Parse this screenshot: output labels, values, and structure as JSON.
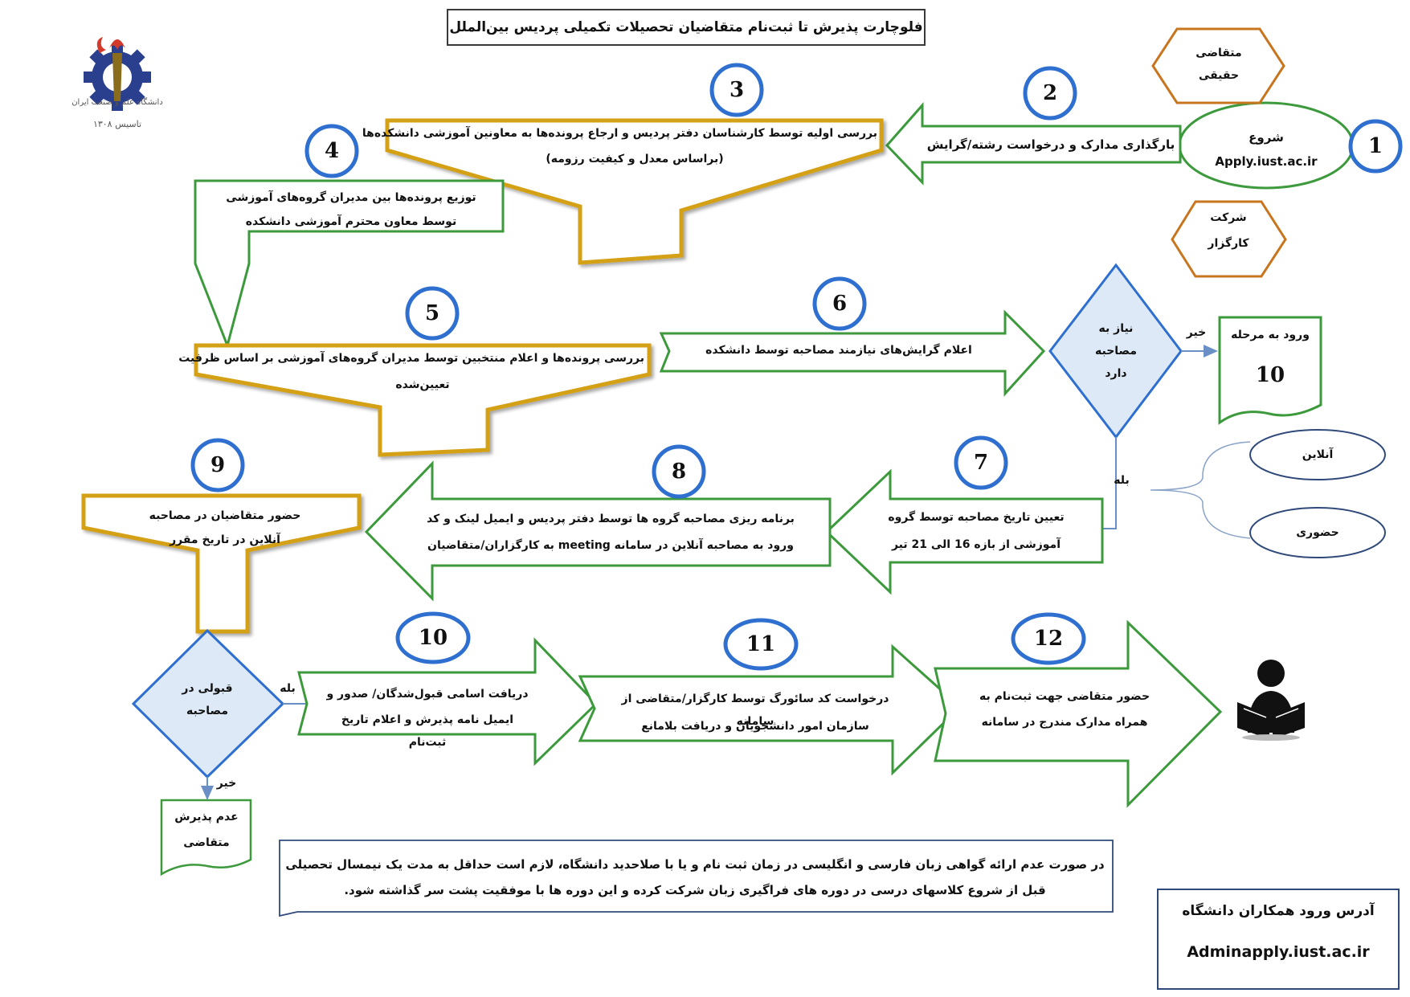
{
  "title": "فلوچارت پذیرش تا ثبت‌نام متقاضیان تحصیلات تکمیلی پردیس بین‌الملل",
  "logo": {
    "name": "دانشگاه علم و صنعت ایران",
    "year": "تاسیس ۱۳۰۸"
  },
  "colors": {
    "green": "#3c9a3c",
    "gold": "#d4a017",
    "orange": "#c8751f",
    "blue_circle": "#2e6fd0",
    "diamond_fill": "#dde9f6",
    "navy": "#2f4a7a"
  },
  "start": {
    "line1": "شروع",
    "line2": "Apply.iust.ac.ir"
  },
  "applicant_types": [
    "متقاضی حقیقی",
    "شرکت کارگزار"
  ],
  "applicant_type_lines": [
    [
      "متقاضی",
      "حقیقی"
    ],
    [
      "شرکت",
      "کارگزار"
    ]
  ],
  "steps": [
    {
      "num": "1"
    },
    {
      "num": "2",
      "text": "بارگذاری مدارک و درخواست رشته/گرایش"
    },
    {
      "num": "3",
      "text": "بررسی اولیه توسط کارشناسان دفتر پردیس و ارجاع پرونده‌ها به معاونین آموزشی دانشکده‌ها",
      "sub": "(براساس معدل و کیفیت رزومه)"
    },
    {
      "num": "4",
      "line1": "توزیع پرونده‌ها بین مدیران گروه‌های آموزشی",
      "line2": "توسط معاون محترم آموزشی دانشکده"
    },
    {
      "num": "5",
      "line1": "بررسی پرونده‌ها و اعلام منتخبین توسط مدیران گروه‌های آموزشی بر اساس ظرفیت",
      "line2": "تعیین‌شده"
    },
    {
      "num": "6",
      "text": "اعلام گرایش‌های نیازمند مصاحبه توسط دانشکده"
    },
    {
      "num": "7",
      "line1": "تعیین تاریخ مصاحبه توسط گروه",
      "line2": "آموزشی از بازه 16 الی 21 تیر"
    },
    {
      "num": "8",
      "line1": "برنامه ریزی مصاحبه گروه ها توسط دفتر پردیس و ایمیل لینک و کد",
      "line2": "ورود به مصاحبه آنلاین در سامانه meeting به کارگزاران/متقاضیان"
    },
    {
      "num": "9",
      "line1": "حضور متقاضیان در مصاحبه",
      "line2": "آنلاین در تاریخ مقرر"
    },
    {
      "num": "10",
      "line1": "دریافت اسامی قبول‌شدگان/ صدور و",
      "line2": "ایمیل نامه پذیرش و اعلام تاریخ ثبت‌نام"
    },
    {
      "num": "11",
      "line1": "درخواست کد سائورگ توسط کارگزار/متقاضی از سامانه",
      "line2": "سازمان امور دانشجویان و دریافت بلامانع"
    },
    {
      "num": "12",
      "line1": "حضور متقاضی جهت ثبت‌نام به",
      "line2": "همراه مدارک مندرج در سامانه"
    }
  ],
  "decision_interview": {
    "lines": [
      "نیاز به",
      "مصاحبه",
      "دارد"
    ],
    "yes": "بله",
    "no": "خیر"
  },
  "goto_step10": {
    "label": "ورود به مرحله",
    "num": "10"
  },
  "interview_modes": [
    "آنلاین",
    "حضوری"
  ],
  "decision_accept": {
    "lines": [
      "قبولی در",
      "مصاحبه"
    ],
    "yes": "بله",
    "no": "خیر"
  },
  "rejection": {
    "lines": [
      "عدم پذیرش",
      "متقاضی"
    ]
  },
  "note": "در صورت عدم ارائه گواهی زبان فارسی و انگلیسی در زمان ثبت نام و یا با صلاحدید دانشگاه، لازم است حداقل به مدت یک نیمسال تحصیلی قبل از شروع کلاسهای درسی در دوره های فراگیری زبان شرکت کرده و این دوره ها با موفقیت پشت سر گذاشته شود.",
  "address": {
    "title": "آدرس ورود همکاران دانشگاه",
    "url": "Adminapply.iust.ac.ir"
  },
  "end_icon": "person-reading-icon"
}
